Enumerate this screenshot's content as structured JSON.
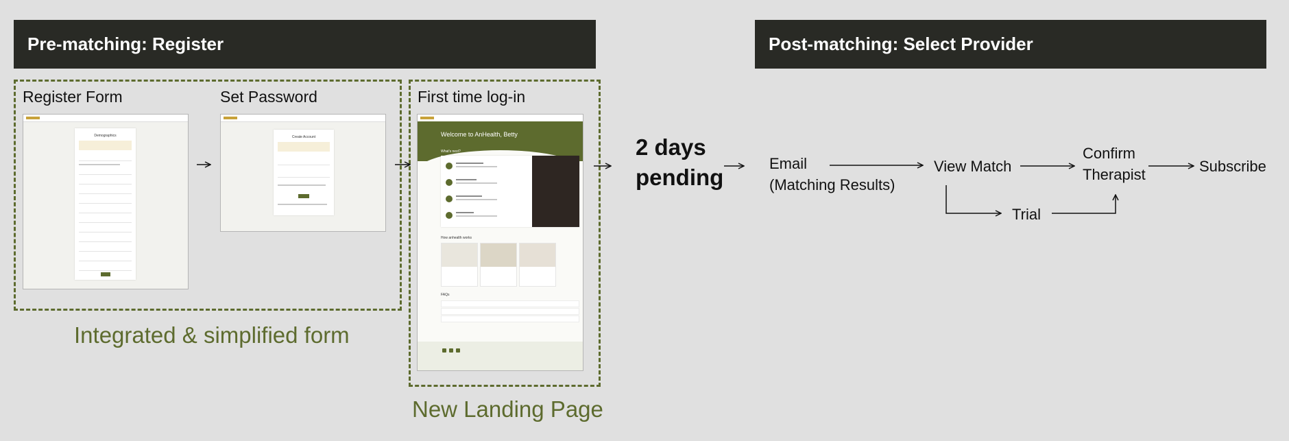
{
  "headers": {
    "pre": "Pre-matching: Register",
    "post": "Post-matching: Select Provider"
  },
  "stages": {
    "register_form": "Register Form",
    "set_password": "Set Password",
    "first_login": "First time log-in"
  },
  "callouts": {
    "integrated": "Integrated & simplified form",
    "landing": "New Landing Page"
  },
  "pending": {
    "line1": "2 days",
    "line2": "pending"
  },
  "flow": {
    "email_line1": "Email",
    "email_line2": "(Matching Results)",
    "view_match": "View Match",
    "confirm_line1": "Confirm",
    "confirm_line2": "Therapist",
    "subscribe": "Subscribe",
    "trial": "Trial"
  },
  "screens": {
    "register_title": "Demographics",
    "password_title": "Create Account",
    "welcome": "Welcome to AnHealth, Betty",
    "whats_next": "What's next?",
    "how_works": "How anhealth works",
    "faqs": "FAQs"
  },
  "colors": {
    "accent": "#5d6b2e",
    "header_bg": "#292a25",
    "background": "#e0e0e0"
  }
}
